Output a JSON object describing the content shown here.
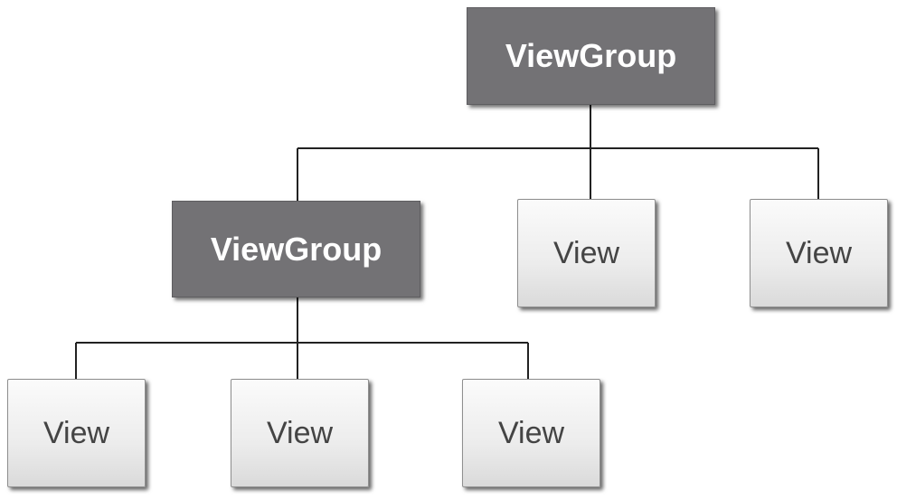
{
  "diagram": {
    "root": {
      "label": "ViewGroup"
    },
    "nested_group": {
      "label": "ViewGroup"
    },
    "root_views": [
      {
        "label": "View"
      },
      {
        "label": "View"
      }
    ],
    "nested_views": [
      {
        "label": "View"
      },
      {
        "label": "View"
      },
      {
        "label": "View"
      }
    ],
    "colors": {
      "group_fill": "#737275",
      "group_text": "#ffffff",
      "view_fill_top": "#fbfbfb",
      "view_fill_bottom": "#dadada",
      "view_text": "#444444",
      "connector": "#222222"
    }
  }
}
